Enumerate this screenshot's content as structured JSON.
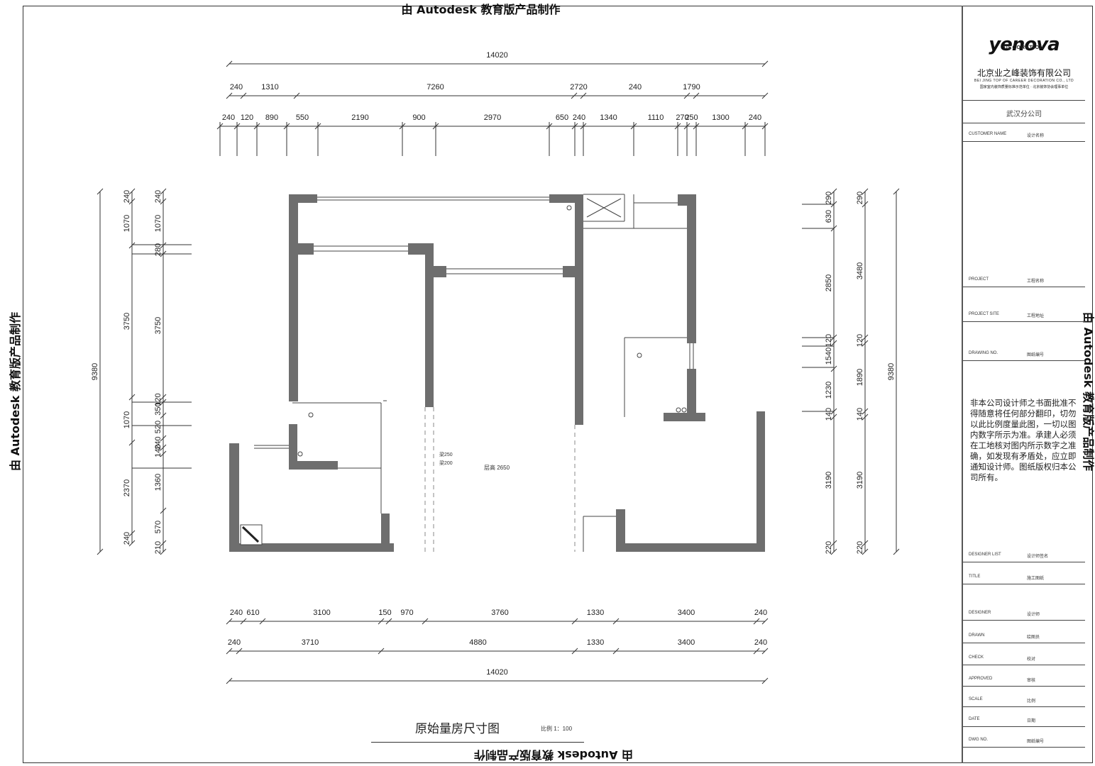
{
  "watermark": "由 Autodesk 教育版产品制作",
  "drawing_title": "原始量房尺寸图",
  "scale": "比例 1：100",
  "titleblock": {
    "logo": "yenova",
    "logo_sub": "DECORATION",
    "company": "北京业之峰装饰有限公司",
    "company_en": "BEI JING TOP OF CAREER DECORATION CO., LTD",
    "company_sub": "国家室内装饰质量标准示范单位 · 北京装饰协会理事单位",
    "branch": "武汉分公司",
    "note": "非本公司设计师之书面批准不得随意将任何部分翻印，切勿以此比例度量此图，一切以图内数字所示为准。承建人必须在工地核对图内所示数字之准确，如发现有矛盾处，应立即通知设计师。图纸版权归本公司所有。",
    "rows": [
      {
        "label": "CUSTOMER NAME",
        "value": "设计名称"
      },
      {
        "label": "PROJECT",
        "value": "工程名称"
      },
      {
        "label": "PROJECT SITE",
        "value": "工程地址"
      },
      {
        "label": "DRAWING NO.",
        "value": "图纸编号"
      },
      {
        "label": "DESIGNER LIST",
        "value": "设计师签名"
      },
      {
        "label": "TITLE",
        "value": "施工图纸"
      },
      {
        "label": "DESIGNER",
        "value": "设计师"
      },
      {
        "label": "DRAWN",
        "value": "绘图员"
      },
      {
        "label": "CHECK",
        "value": "校对"
      },
      {
        "label": "APPROVED",
        "value": "审核"
      },
      {
        "label": "SCALE",
        "value": "比例"
      },
      {
        "label": "DATE",
        "value": "日期"
      },
      {
        "label": "DWG NO.",
        "value": "图纸编号"
      }
    ]
  },
  "room_label": "层高 2650",
  "beam_label_1": "梁250",
  "beam_label_2": "梁200",
  "dims": {
    "top_total": "14020",
    "top_row1": [
      "240",
      "1310",
      "7260",
      "2720",
      "240",
      "1790"
    ],
    "top_row2": [
      "240",
      "120",
      "890",
      "550",
      "2190",
      "900",
      "2970",
      "650",
      "240",
      "1340",
      "1110",
      "270",
      "250",
      "1300",
      "240"
    ],
    "bottom_row1": [
      "240",
      "610",
      "3100",
      "150",
      "970",
      "3760",
      "1330",
      "3400",
      "240"
    ],
    "bottom_row2": [
      "240",
      "3710",
      "4880",
      "1330",
      "3400",
      "240"
    ],
    "bottom_total": "14020",
    "left_total": "9380",
    "left_outer": [
      "240",
      "1070",
      "3750",
      "1070",
      "2370",
      "240"
    ],
    "left_inner": [
      "240",
      "1070",
      "280",
      "3750",
      "120",
      "350",
      "520",
      "240",
      "140",
      "1360",
      "570",
      "210"
    ],
    "right_total": "9380",
    "right_inner": [
      "290",
      "630",
      "2850",
      "120",
      "1540",
      "1230",
      "140",
      "3190",
      "220"
    ],
    "right_outer": [
      "290",
      "3480",
      "120",
      "1890",
      "140",
      "3190",
      "220"
    ]
  }
}
